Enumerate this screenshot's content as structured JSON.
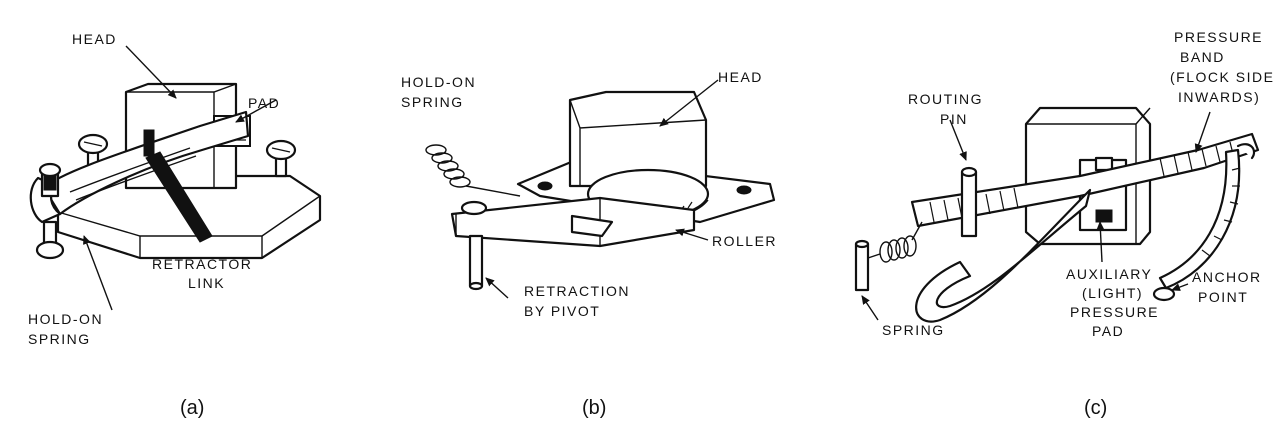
{
  "figure": {
    "panel_a": {
      "caption": "(a)",
      "labels": {
        "head": "HEAD",
        "pad": "PAD",
        "retractor_1": "RETRACTOR",
        "retractor_2": "LINK",
        "holdon_1": "HOLD-ON",
        "holdon_2": "SPRING"
      }
    },
    "panel_b": {
      "caption": "(b)",
      "labels": {
        "holdon_1": "HOLD-ON",
        "holdon_2": "SPRING",
        "head": "HEAD",
        "roller": "ROLLER",
        "retraction_1": "RETRACTION",
        "retraction_2": "BY PIVOT"
      }
    },
    "panel_c": {
      "caption": "(c)",
      "labels": {
        "routing_1": "ROUTING",
        "routing_2": "PIN",
        "band_1": "PRESSURE",
        "band_2": "BAND",
        "band_3": "(FLOCK SIDE",
        "band_4": "INWARDS)",
        "aux_1": "AUXILIARY",
        "aux_2": "(LIGHT)",
        "aux_3": "PRESSURE",
        "aux_4": "PAD",
        "anchor_1": "ANCHOR",
        "anchor_2": "POINT",
        "spring": "SPRING"
      }
    }
  }
}
